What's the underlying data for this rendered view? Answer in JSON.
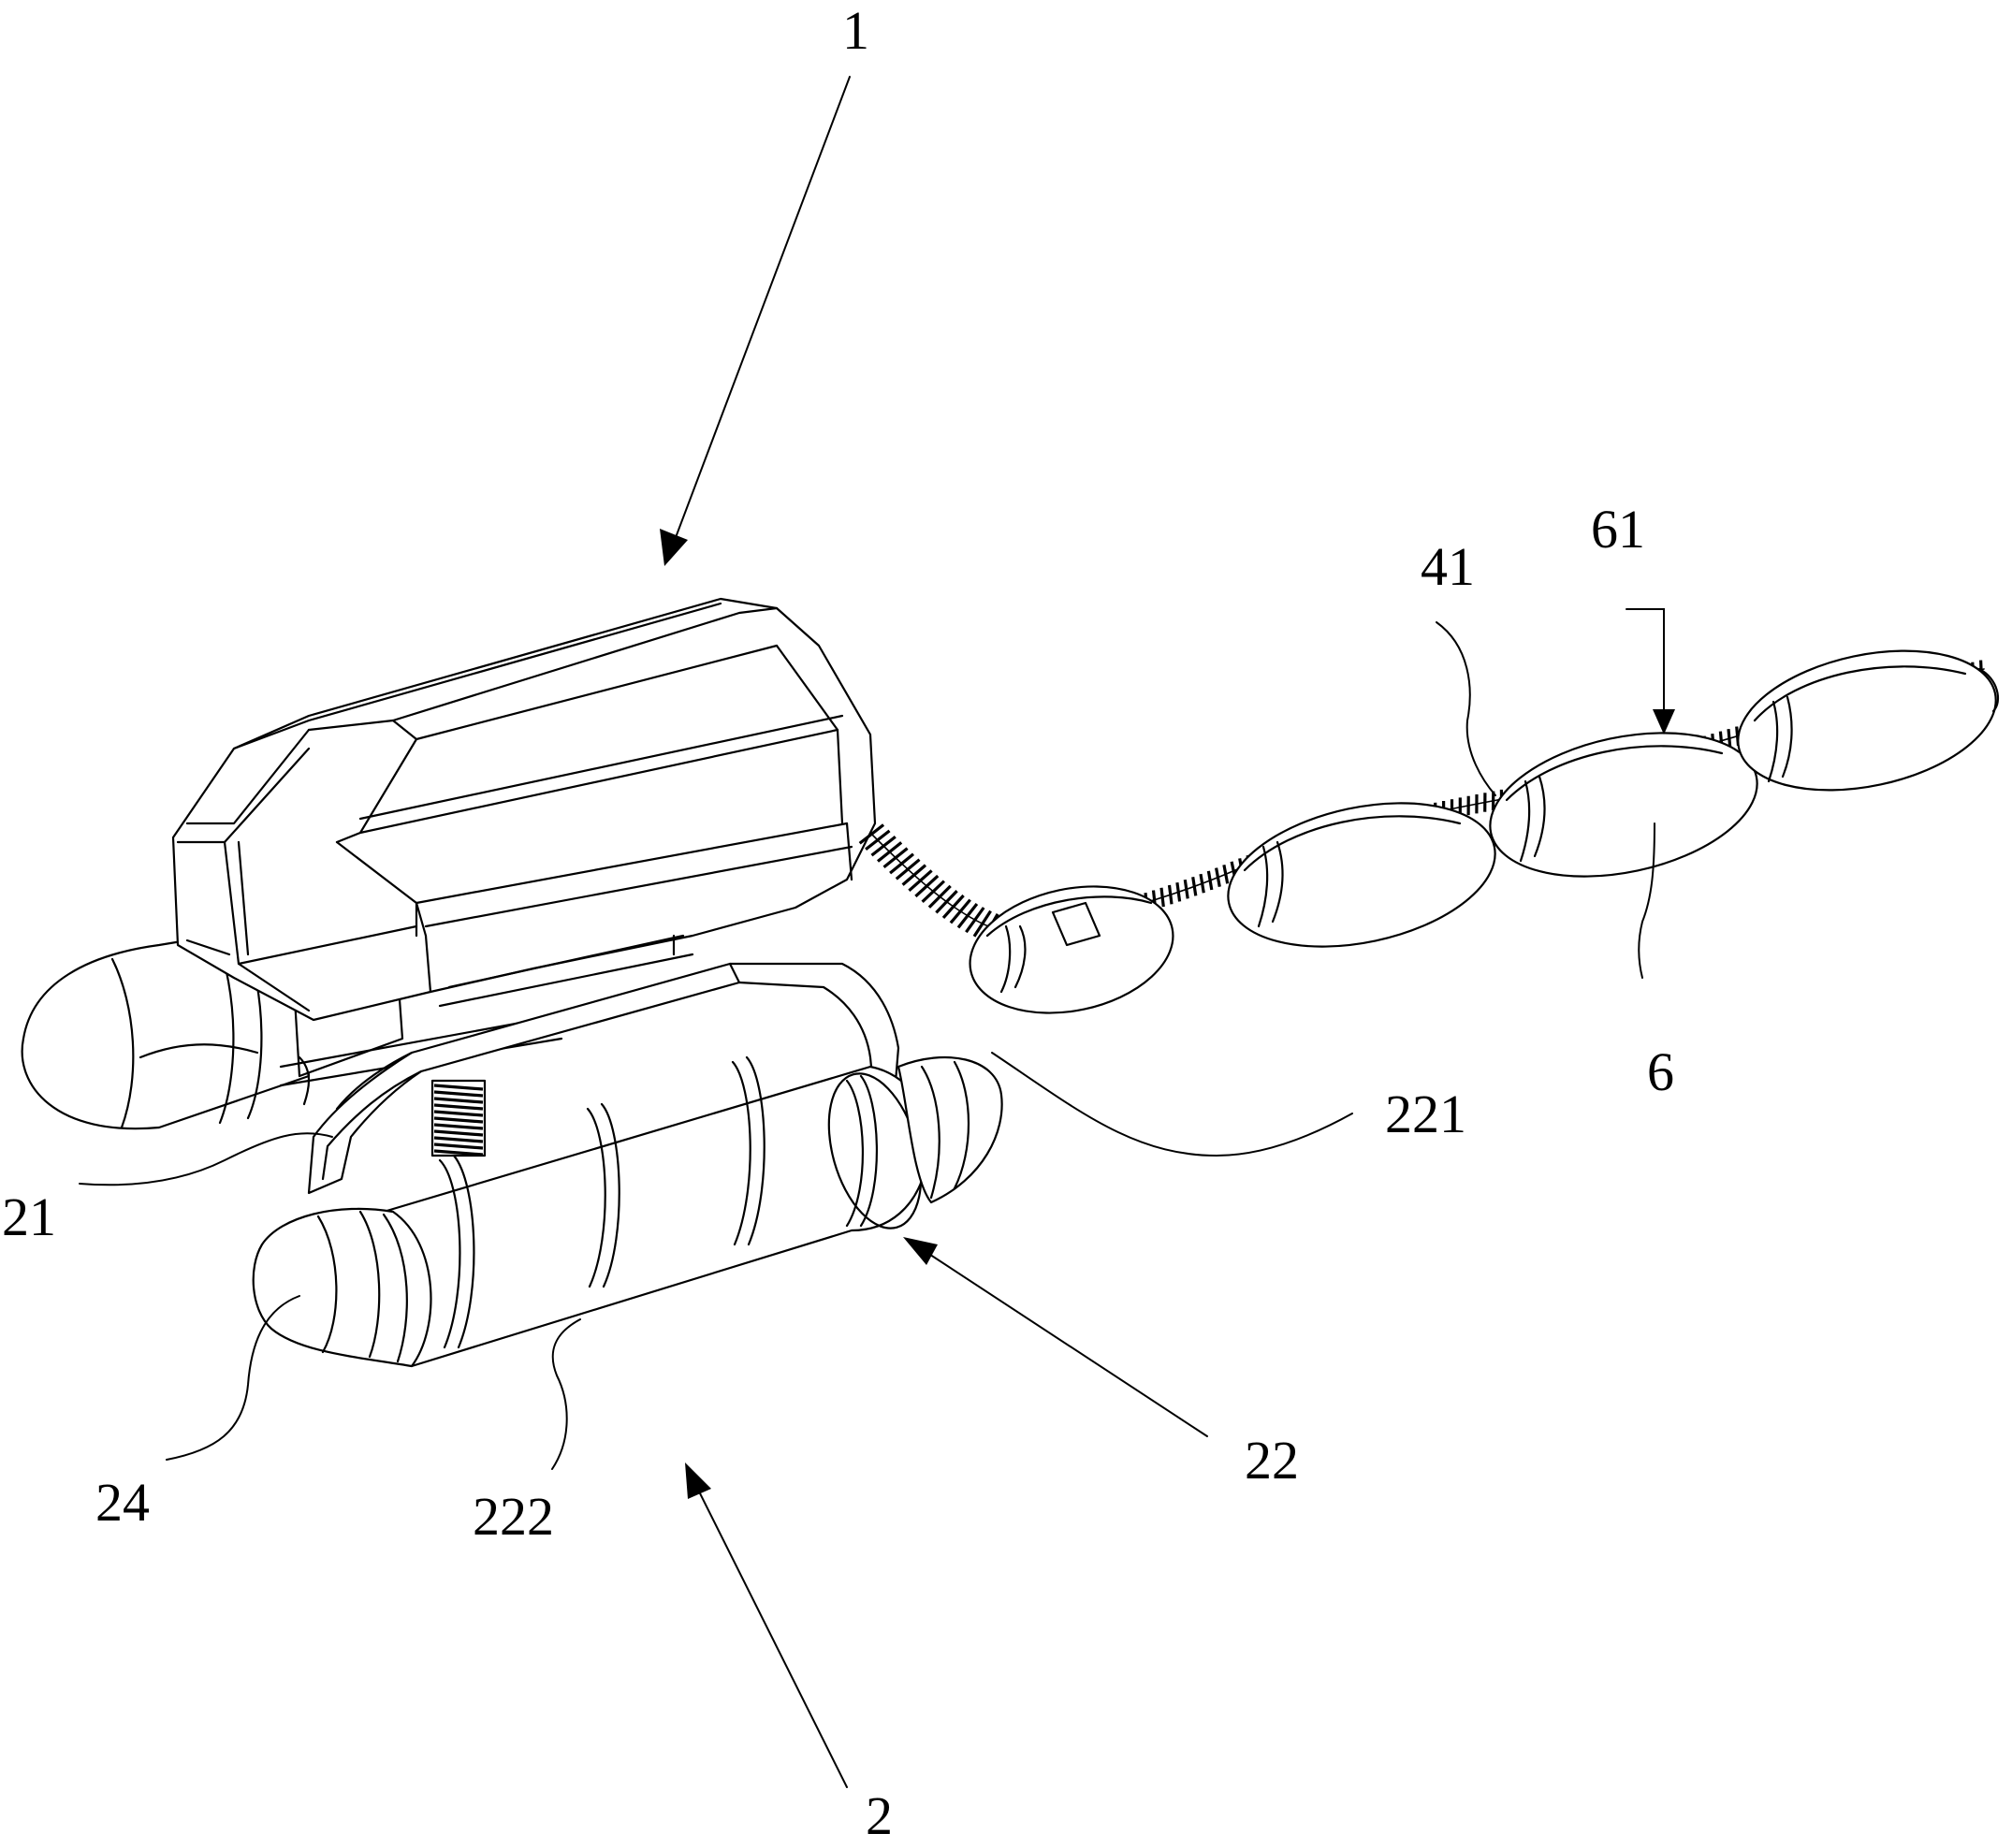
{
  "figure": {
    "colors": {
      "line": "#000000",
      "background": "#ffffff"
    },
    "labels": [
      {
        "id": "label-1",
        "text": "1"
      },
      {
        "id": "label-2",
        "text": "2"
      },
      {
        "id": "label-6",
        "text": "6"
      },
      {
        "id": "label-21",
        "text": "21"
      },
      {
        "id": "label-22",
        "text": "22"
      },
      {
        "id": "label-24",
        "text": "24"
      },
      {
        "id": "label-41",
        "text": "41"
      },
      {
        "id": "label-61",
        "text": "61"
      },
      {
        "id": "label-221",
        "text": "221"
      },
      {
        "id": "label-222",
        "text": "222"
      }
    ]
  }
}
